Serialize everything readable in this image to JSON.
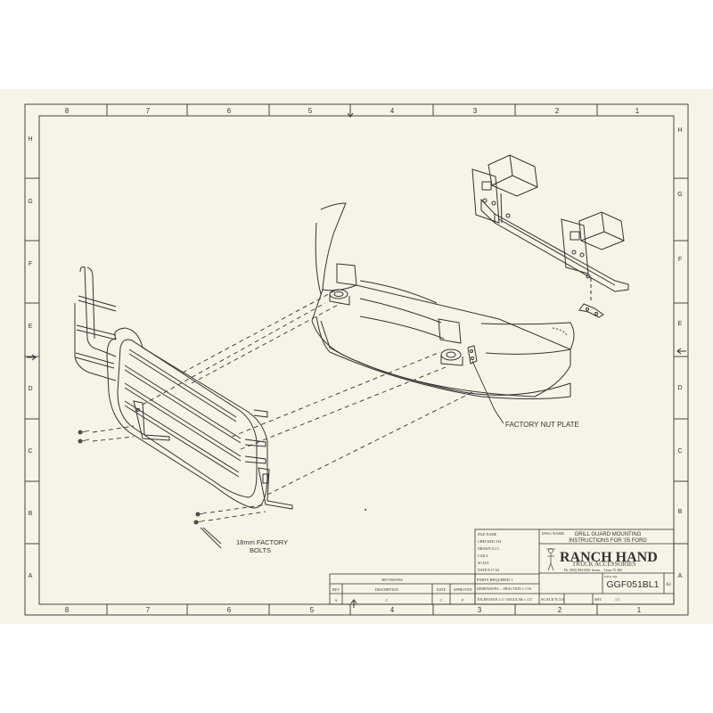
{
  "border": {
    "columns": [
      "8",
      "7",
      "6",
      "5",
      "4",
      "3",
      "2",
      "1"
    ],
    "rows": [
      "H",
      "G",
      "F",
      "E",
      "D",
      "C",
      "B",
      "A"
    ]
  },
  "callouts": {
    "nut_plate": "FACTORY NUT PLATE",
    "bolts_line1": "18mm FACTORY",
    "bolts_line2": "BOLTS"
  },
  "title_block": {
    "dwg_name_label": "DWG NAME",
    "title_line1": "GRILL GUARD MOUNTING",
    "title_line2": "INSTRUCTIONS FOR '05 FORD",
    "left_fields": [
      "FILE NAME",
      "CHECKED T.H.",
      "DRAWN S.J.C.",
      "CAD #",
      "SCALE",
      "DATE 8-17-04"
    ],
    "parts_required": "PARTS REQUIRED  1",
    "dimensions": "DIMENSIONS ... FRACTION ± 1/16",
    "tolerance": "TOLERANCE ± 1° ANGULAR ± 1/2°",
    "company_name": "RANCH HAND",
    "company_sub": "TRUCK ACCESSORIES",
    "company_contact": "Ph: (903) 894-6561 Seven ... Texas 75 484",
    "part_label": "DWG NO.",
    "part_number": "GGF051BL1",
    "revision": "A2",
    "scale_label": "SCALE N.T.S.",
    "sheet_label": "SHT.",
    "sheet_value": "1/1"
  },
  "revisions": {
    "header": "REVISIONS",
    "columns": [
      "REV",
      "DESCRIPTION",
      "DATE",
      "APPROVED"
    ],
    "row": [
      "A",
      "C",
      "C",
      "P"
    ]
  }
}
